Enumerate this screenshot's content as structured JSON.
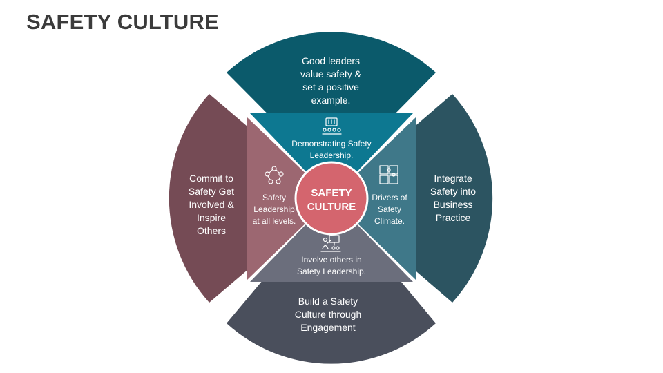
{
  "title": "SAFETY CULTURE",
  "center": {
    "line1": "SAFETY",
    "line2": "CULTURE"
  },
  "colors": {
    "top_outer": "#0b5a6b",
    "top_inner": "#0d7891",
    "right_outer": "#2c5461",
    "right_inner": "#3f7889",
    "bottom_outer": "#4a4f5c",
    "bottom_inner": "#6b6e7c",
    "left_outer": "#754b55",
    "left_inner": "#9c6771",
    "center": "#d4656e"
  },
  "outer": {
    "top": [
      "Good leaders",
      "value safety &",
      "set a positive",
      "example."
    ],
    "right": [
      "Integrate",
      "Safety into",
      "Business",
      "Practice"
    ],
    "bottom": [
      "Build a Safety",
      "Culture through",
      "Engagement"
    ],
    "left": [
      "Commit to",
      "Safety Get",
      "Involved &",
      "Inspire",
      "Others"
    ]
  },
  "inner": {
    "top": {
      "lines": [
        "Demonstrating Safety",
        "Leadership."
      ],
      "icon": "team-meeting-icon"
    },
    "right": {
      "lines": [
        "Drivers of",
        "Safety",
        "Climate."
      ],
      "icon": "puzzle-icon"
    },
    "bottom": {
      "lines": [
        "Involve others in",
        "Safety Leadership."
      ],
      "icon": "presentation-icon"
    },
    "left": {
      "lines": [
        "Safety",
        "Leadership",
        "at all levels."
      ],
      "icon": "network-people-icon"
    }
  }
}
